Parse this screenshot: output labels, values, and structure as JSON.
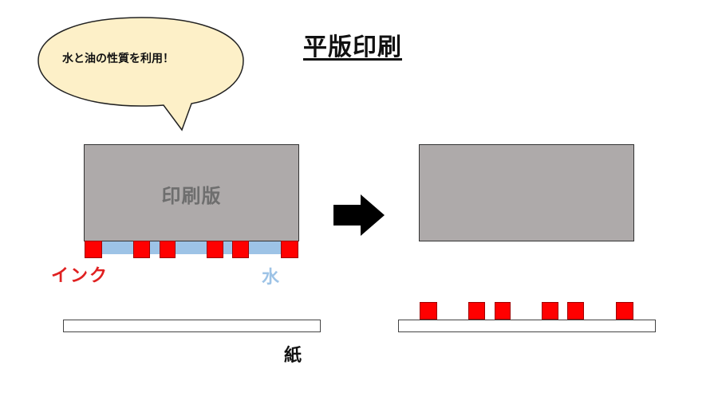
{
  "title": "平版印刷",
  "callout": {
    "text": "水と油の性質を利用！"
  },
  "plate_label": "印刷版",
  "labels": {
    "ink": "インク",
    "water": "水",
    "paper": "紙"
  },
  "colors": {
    "plate": "#aeaaaa",
    "ink": "#ff0000",
    "water": "#9dc3e6",
    "bubble": "#fdf0c8"
  },
  "icons": {
    "arrow": "right-arrow-icon"
  }
}
